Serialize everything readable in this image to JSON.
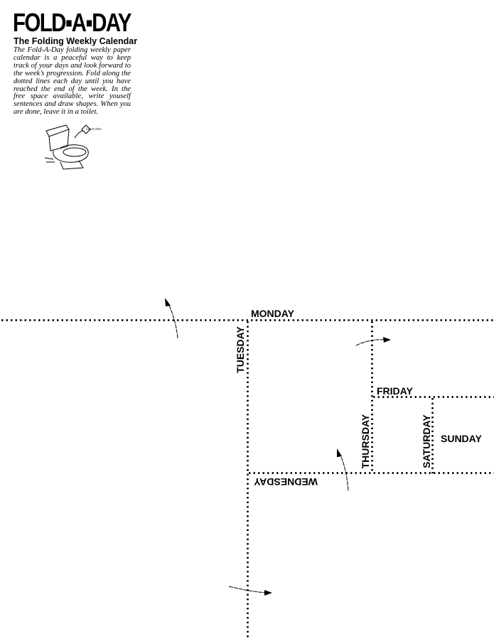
{
  "header": {
    "title": "FOLD▪A▪DAY",
    "subtitle": "The Folding Weekly Calendar",
    "description": "The Fold-A-Day folding weekly paper calendar is a peaceful way to keep track of your days and look forward to the week’s progression. Fold along the dotted lines each day until you have reached the end of the week. In the free space available, write youself sentences and draw shapes. When you are done, leave it in a toilet.",
    "illustration_caption": "Leave here"
  },
  "days": {
    "monday": "MONDAY",
    "tuesday": "TUESDAY",
    "wednesday": "WEDNESDAY",
    "thursday": "THURSDAY",
    "friday": "FRIDAY",
    "saturday": "SATURDAY",
    "sunday": "SUNDAY"
  }
}
